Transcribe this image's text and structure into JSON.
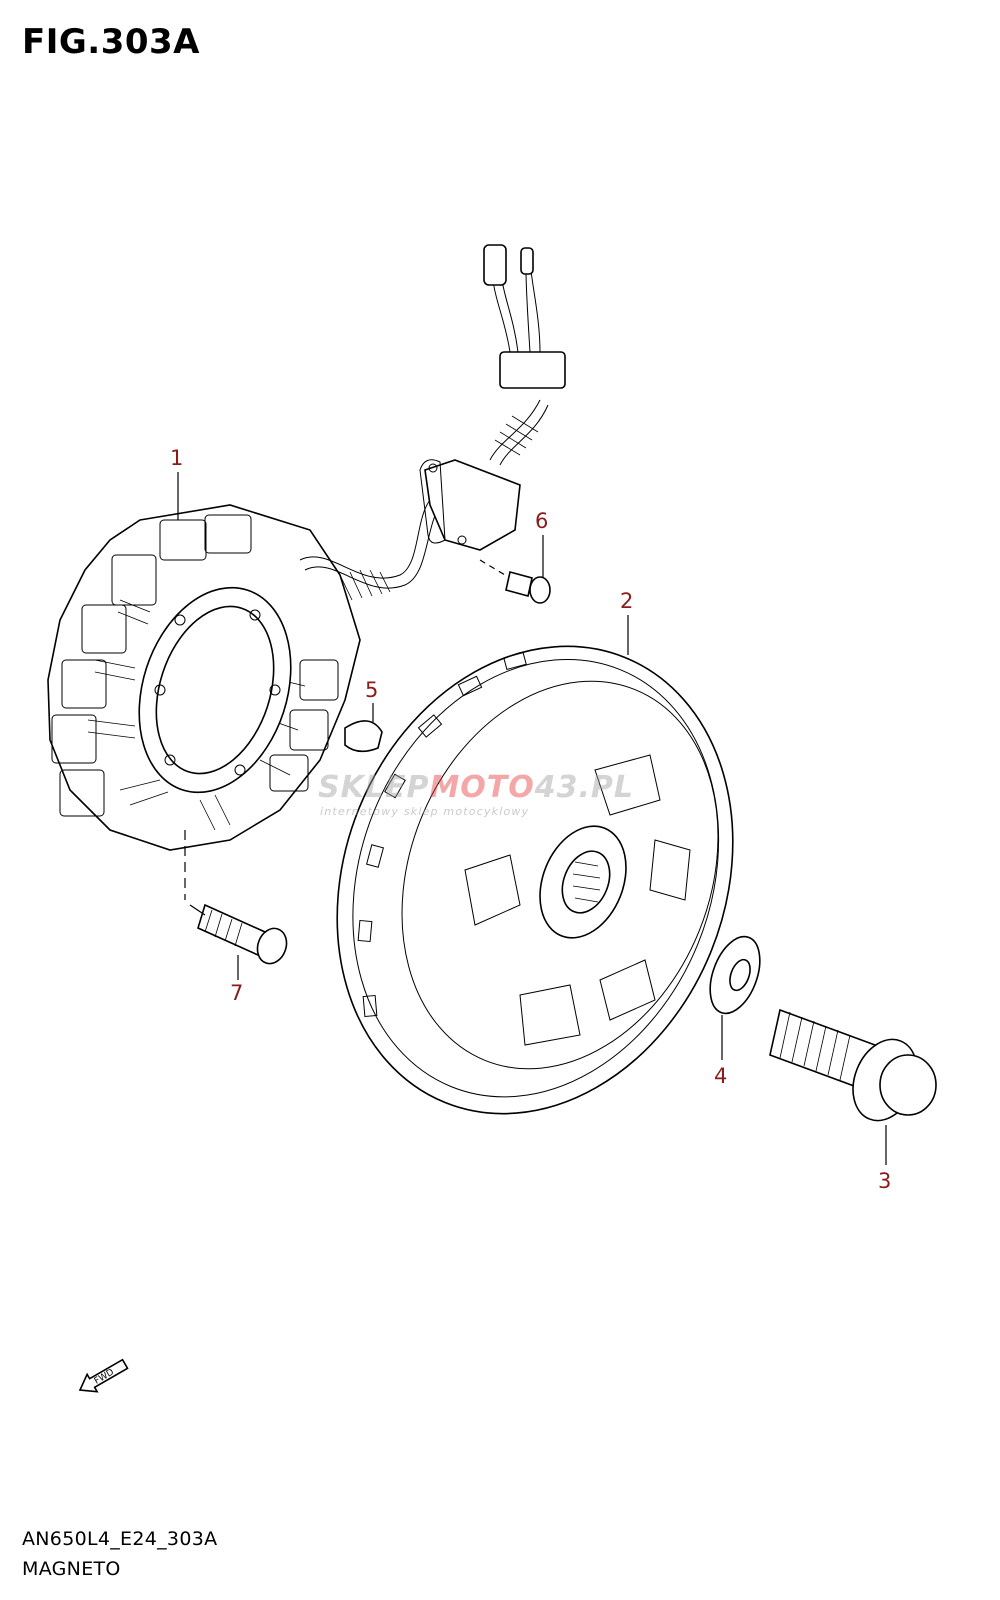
{
  "figure": {
    "title": "FIG.303A",
    "code": "AN650L4_E24_303A",
    "section": "MAGNETO"
  },
  "callouts": [
    "1",
    "2",
    "3",
    "4",
    "5",
    "6",
    "7"
  ],
  "direction_marker": {
    "label": "FWD"
  },
  "watermark": {
    "brand_gray": "SKLEP",
    "brand_red": "MOTO",
    "brand_suffix": "43.PL",
    "tagline": "internetowy sklep motocyklowy"
  },
  "colors": {
    "callout": "#8b1a1a",
    "line": "#000000",
    "background": "#ffffff"
  }
}
